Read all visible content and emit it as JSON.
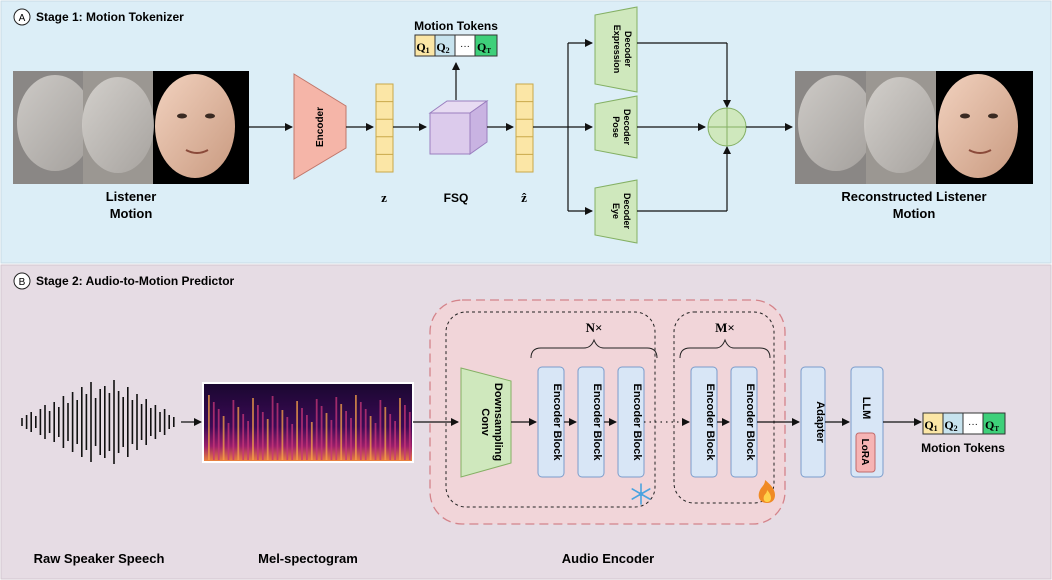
{
  "stage1": {
    "badge": "A",
    "title": "Stage 1: Motion Tokenizer",
    "listener_label_1": "Listener",
    "listener_label_2": "Motion",
    "encoder": "Encoder",
    "z_label": "z",
    "fsq_label": "FSQ",
    "zhat_label": "ẑ",
    "motion_tokens_label": "Motion Tokens",
    "tokens": {
      "q1": "Q",
      "q1_sub": "1",
      "q2": "Q",
      "q2_sub": "2",
      "dots": "···",
      "qt": "Q",
      "qt_sub": "T"
    },
    "decoders": {
      "expression_1": "Expression",
      "expression_2": "Decoder",
      "pose_1": "Pose",
      "pose_2": "Decoder",
      "eye_1": "Eye",
      "eye_2": "Decoder"
    },
    "reconstructed_label_1": "Reconstructed Listener",
    "reconstructed_label_2": "Motion"
  },
  "stage2": {
    "badge": "B",
    "title": "Stage 2: Audio-to-Motion Predictor",
    "raw_speech_label": "Raw Speaker Speech",
    "mel_label": "Mel-spectogram",
    "audio_encoder_label": "Audio Encoder",
    "conv_1": "Conv",
    "conv_2": "Downsampling",
    "n_label": "N×",
    "m_label": "M×",
    "encoder_block": "Encoder Block",
    "adapter": "Adapter",
    "llm": "LLM",
    "lora": "LoRA",
    "motion_tokens_label": "Motion Tokens",
    "tokens": {
      "q1": "Q",
      "q1_sub": "1",
      "q2": "Q",
      "q2_sub": "2",
      "dots": "···",
      "qt": "Q",
      "qt_sub": "T"
    }
  },
  "colors": {
    "stage1_bg": "#dceef7",
    "stage2_bg": "#e6dce4",
    "encoder_fill": "#f5b5a8",
    "latent_fill": "#fbe6a6",
    "fsq_fill": "#dccbec",
    "decoder_fill": "#cfe8bd",
    "block_fill": "#d8e6f6",
    "token1_fill": "#fbe6a6",
    "token2_fill": "#c7e3ee",
    "tokenT_fill": "#3ed07a",
    "lora_fill": "#f6b4b4",
    "audio_enc_fill": "#f1d5d9"
  }
}
